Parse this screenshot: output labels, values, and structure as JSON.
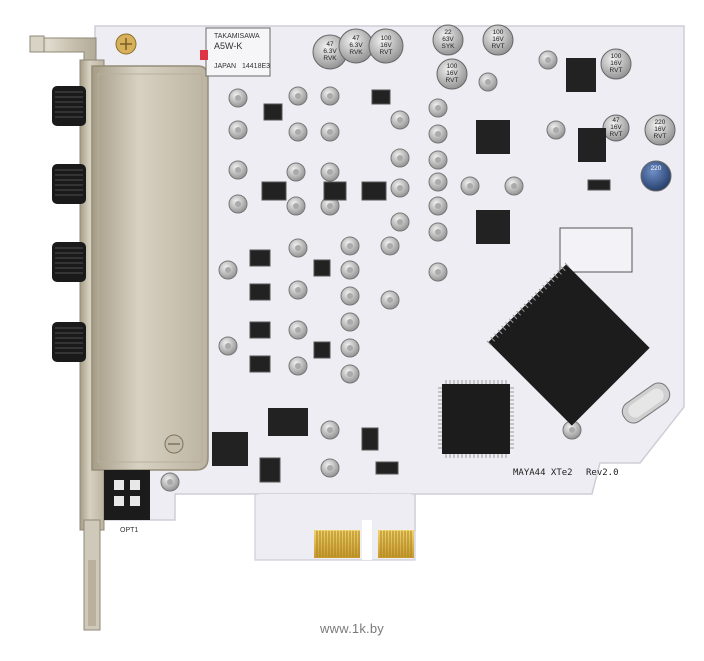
{
  "photo": {
    "subject": "",
    "board": {
      "model_label": "MAYA44 XTe2",
      "revision_label": "Rev2.0",
      "relay_brand": "TAKAMISAWA",
      "relay_model": "A5W-K",
      "relay_origin": "JAPAN",
      "relay_code": "14418E3",
      "connector_label": "OPT1",
      "capacitor_labels": [
        {
          "value": "47",
          "rating": "6.3V",
          "series": "RVK"
        },
        {
          "value": "47",
          "rating": "6.3V",
          "series": "RVK"
        },
        {
          "value": "100",
          "rating": "16V",
          "series": "RVT"
        },
        {
          "value": "22",
          "rating": "63V",
          "series": "SYK"
        },
        {
          "value": "100",
          "rating": "16V",
          "series": "RVT"
        },
        {
          "value": "100",
          "rating": "16V",
          "series": "RVT"
        },
        {
          "value": "100",
          "rating": "16V",
          "series": "RVT"
        },
        {
          "value": "220",
          "rating": "16V",
          "series": "RVT"
        },
        {
          "value": "47",
          "rating": "16V",
          "series": "RVT"
        },
        {
          "value": "220",
          "rating": "",
          "series": ""
        }
      ]
    },
    "colors": {
      "pcb": "#eeedf3",
      "bracket": "#c9c3b4",
      "chip": "#1c1c1c",
      "gold": "#d9b54a",
      "jack": "#1a1a1a",
      "cap_top": "#c6c6c6",
      "cap_blue": "#2f4f86"
    }
  },
  "watermark": "www.1k.by"
}
